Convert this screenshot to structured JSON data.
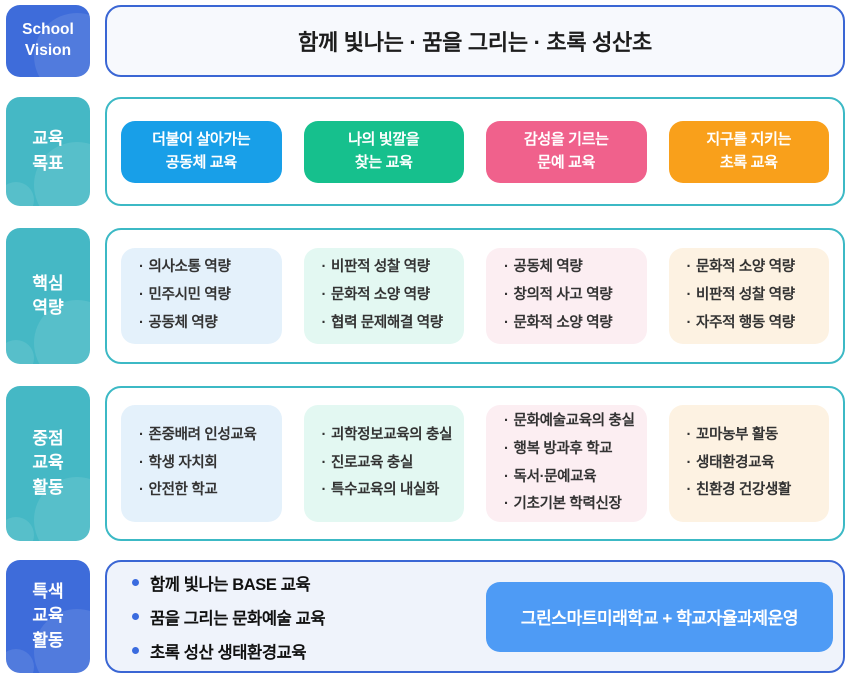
{
  "bullet": "·",
  "rows": {
    "vision": {
      "label": {
        "line1": "School",
        "line2": "Vision",
        "bg": "#3e6cda"
      },
      "box": {
        "border": "#3a66d4",
        "bg": "#f7f9fd"
      },
      "title": "함께 빛나는 · 꿈을 그리는 · 초록 성산초"
    },
    "goals": {
      "label": {
        "line1": "교육",
        "line2": "목표",
        "bg": "#45b8c5"
      },
      "box": {
        "border": "#3cb9c5",
        "bg": "#ffffff"
      },
      "buttons": [
        {
          "line1": "더불어 살아가는",
          "line2": "공동체 교육",
          "bg": "#189fe8"
        },
        {
          "line1": "나의 빛깔을",
          "line2": "찾는 교육",
          "bg": "#16c08d"
        },
        {
          "line1": "감성을 기르는",
          "line2": "문예 교육",
          "bg": "#f0618c"
        },
        {
          "line1": "지구를 지키는",
          "line2": "초록 교육",
          "bg": "#f9a01b"
        }
      ]
    },
    "competencies": {
      "label": {
        "line1": "핵심",
        "line2": "역량",
        "bg": "#45b8c5"
      },
      "box": {
        "border": "#3cb9c5",
        "bg": "#ffffff"
      },
      "cards": [
        {
          "bg": "#e4f1fb",
          "items": [
            "의사소통 역량",
            "민주시민 역량",
            "공동체 역량"
          ]
        },
        {
          "bg": "#e3f8f2",
          "items": [
            "비판적 성찰 역량",
            "문화적 소양 역량",
            "협력 문제해결 역량"
          ]
        },
        {
          "bg": "#fceef2",
          "items": [
            "공동체 역량",
            "창의적 사고 역량",
            "문화적 소양 역량"
          ]
        },
        {
          "bg": "#fdf2e2",
          "items": [
            "문화적 소양 역량",
            "비판적 성찰 역량",
            "자주적 행동 역량"
          ]
        }
      ]
    },
    "focus": {
      "label": {
        "line1": "중점",
        "line2": "교육",
        "line3": "활동",
        "bg": "#45b8c5"
      },
      "box": {
        "border": "#3cb9c5",
        "bg": "#ffffff"
      },
      "cards": [
        {
          "bg": "#e4f1fb",
          "items": [
            "존중배려 인성교육",
            "학생 자치회",
            "안전한 학교"
          ]
        },
        {
          "bg": "#e3f8f2",
          "items": [
            "괴학정보교육의 충실",
            "진로교육 충실",
            "특수교육의 내실화"
          ]
        },
        {
          "bg": "#fceef2",
          "items": [
            "문화예술교육의 충실",
            "행복 방과후 학교",
            "독서·문예교육",
            "기초기본 학력신장"
          ]
        },
        {
          "bg": "#fdf2e2",
          "items": [
            "꼬마농부 활동",
            "생태환경교육",
            "친환경 건강생활"
          ]
        }
      ]
    },
    "special": {
      "label": {
        "line1": "특색",
        "line2": "교육",
        "line3": "활동",
        "bg": "#3e6cda"
      },
      "box": {
        "border": "#3a66d4",
        "bg": "#eff3fb"
      },
      "items": [
        "함께 빛나는 BASE 교육",
        "꿈을 그리는 문화예술 교육",
        "초록 성산 생태환경교육"
      ],
      "badge": {
        "text": "그린스마트미래학교 + 학교자율과제운영",
        "bg": "#4e9bf5"
      }
    }
  }
}
